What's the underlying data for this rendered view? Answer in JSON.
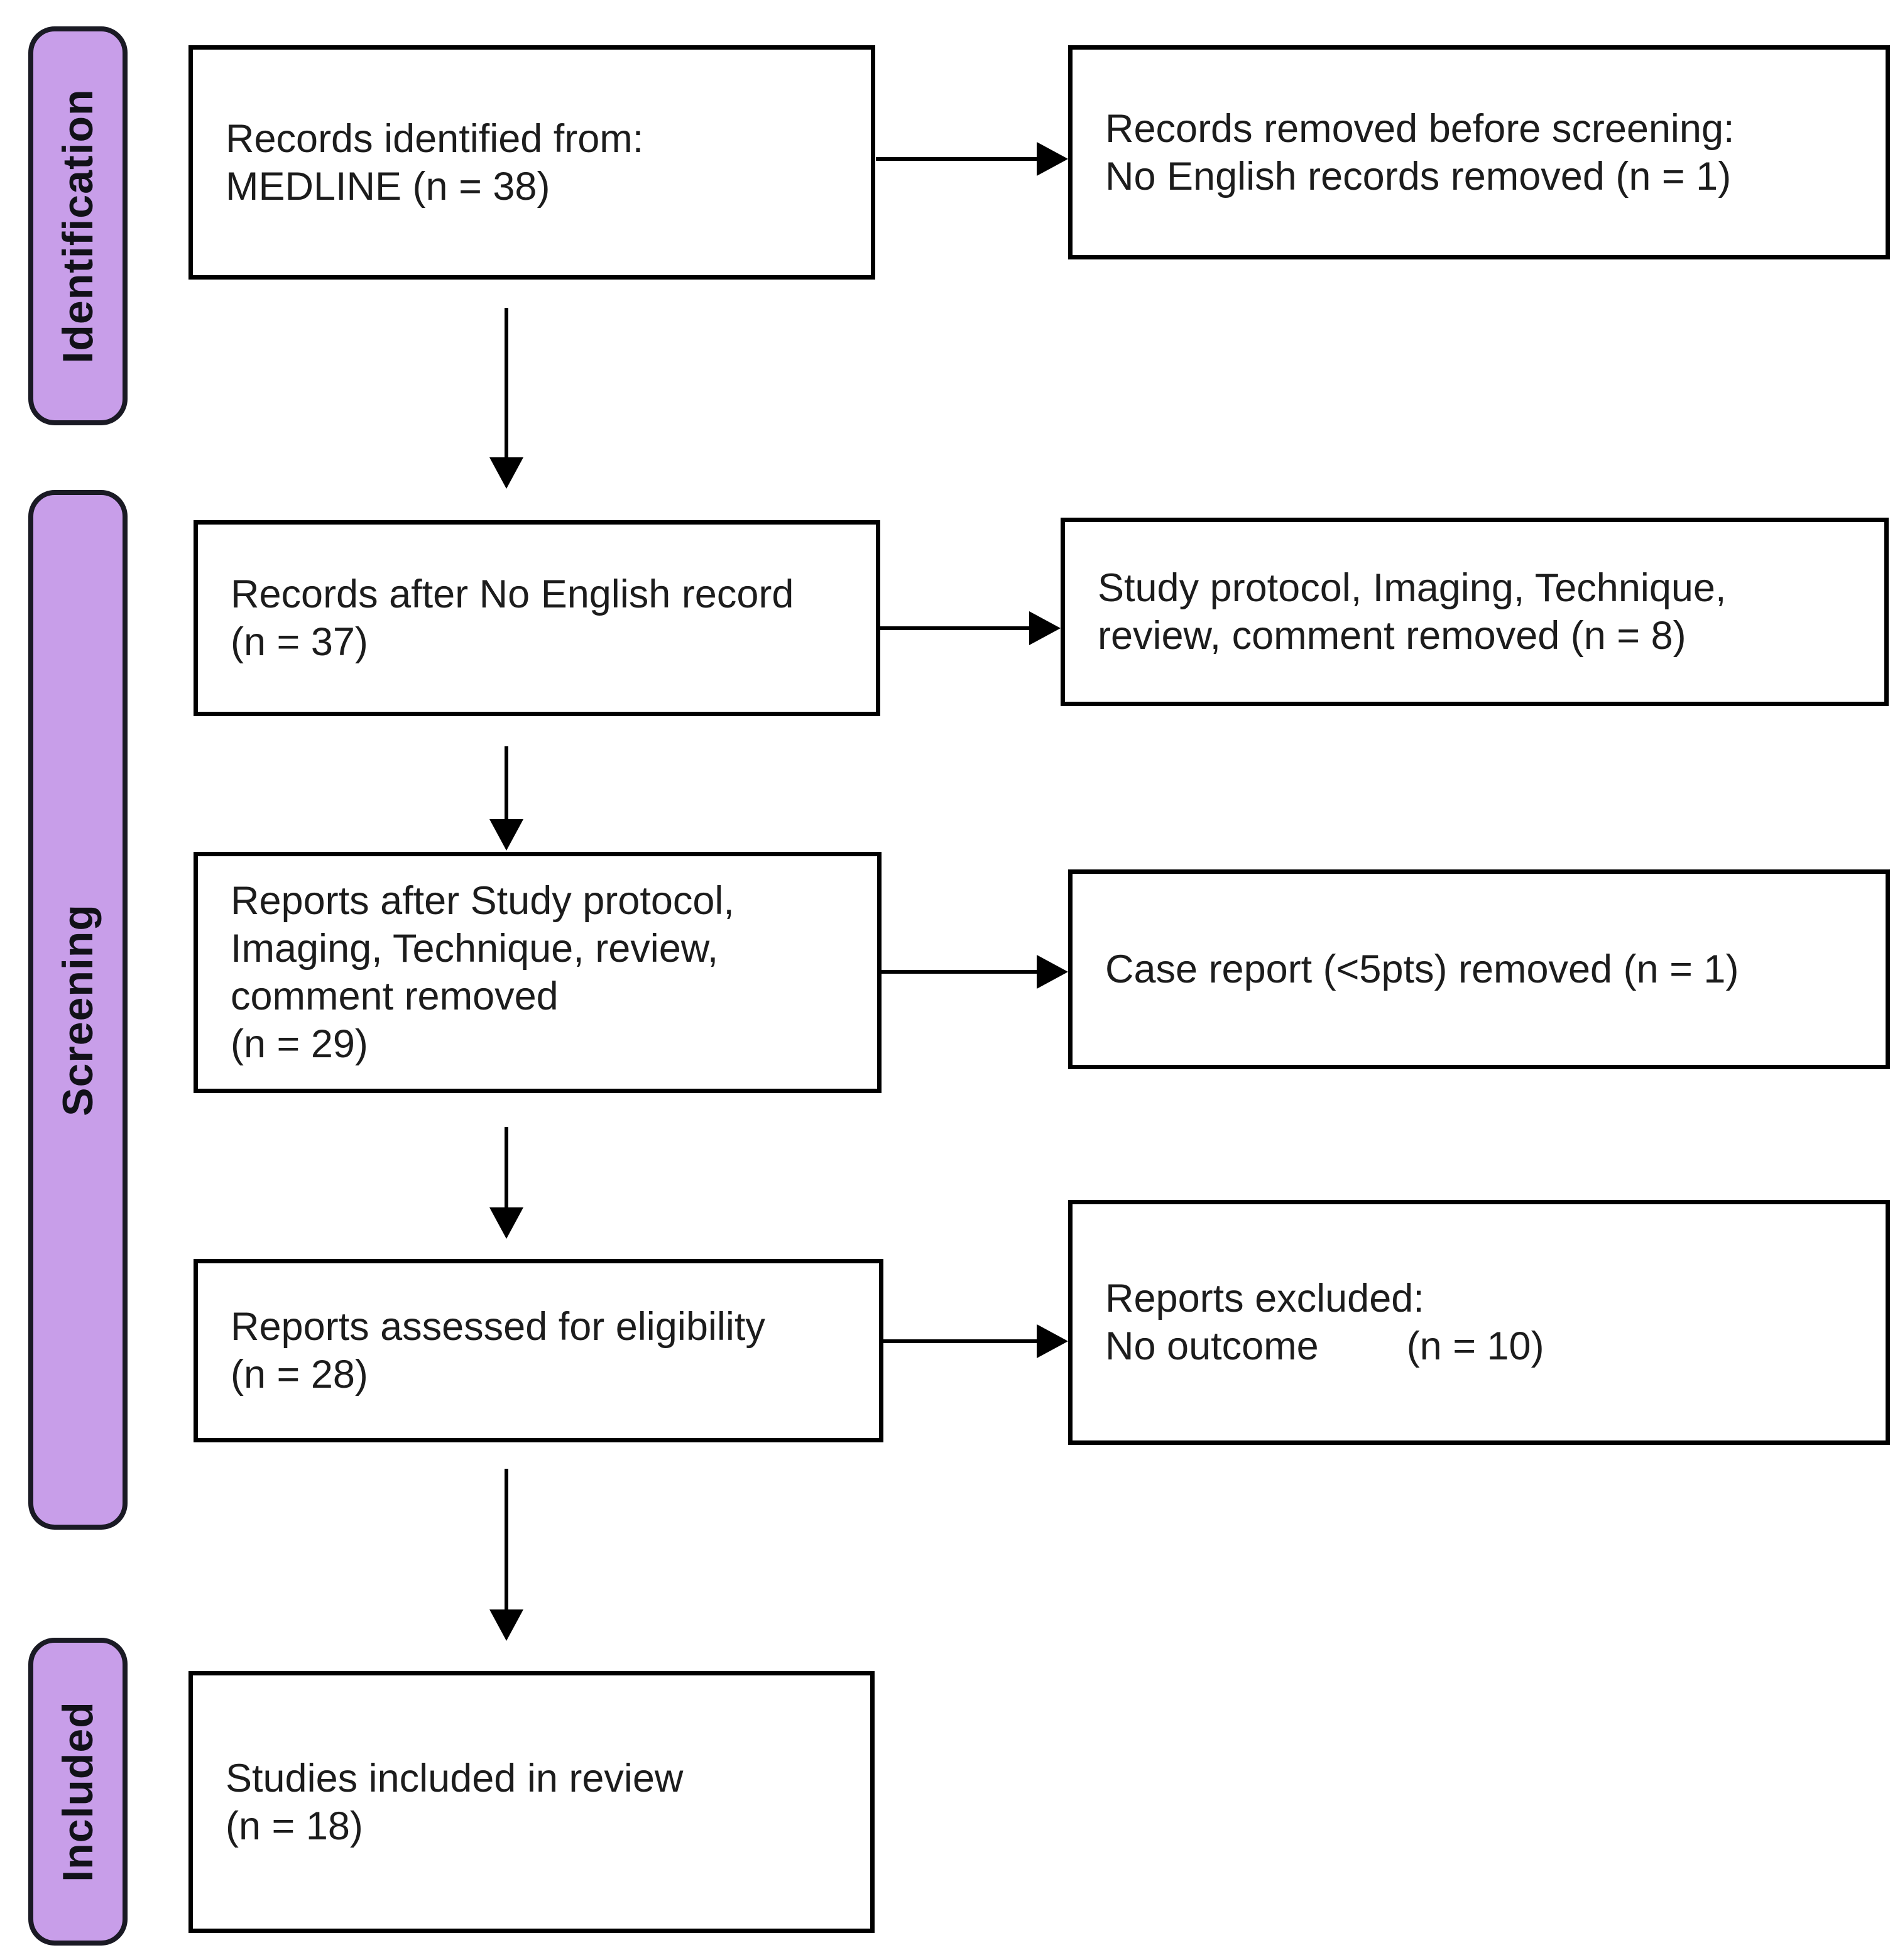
{
  "stages": {
    "identification": "Identification",
    "screening": "Screening",
    "included": "Included"
  },
  "boxes": {
    "identified": {
      "line1": "Records identified from:",
      "line2": "MEDLINE (n = 38)"
    },
    "removed_before": {
      "line1": "Records removed before screening:",
      "line2": "No English records removed (n = 1)"
    },
    "after_english": {
      "line1": "Records after No English record",
      "line2": "(n = 37)"
    },
    "protocol_removed": {
      "line1": "Study protocol, Imaging, Technique,",
      "line2": "review, comment removed (n = 8)"
    },
    "after_removed": {
      "line1": "Reports after Study protocol,",
      "line2": "Imaging, Technique, review,",
      "line3": "comment removed",
      "line4": "(n = 29)"
    },
    "case_report": {
      "line1": "Case report (<5pts) removed (n = 1)"
    },
    "assessed": {
      "line1": "Reports assessed for eligibility",
      "line2": "(n = 28)"
    },
    "reports_excluded": {
      "line1": "Reports excluded:",
      "line2": "No outcome        (n = 10)"
    },
    "included_review": {
      "line1": "Studies included in review",
      "line2": "(n = 18)"
    }
  },
  "colors": {
    "stage_fill": "#c89ee9",
    "stage_border": "#1a1a24",
    "box_border": "#000000",
    "arrow": "#000000",
    "text": "#1c1c1c",
    "background": "#ffffff"
  }
}
